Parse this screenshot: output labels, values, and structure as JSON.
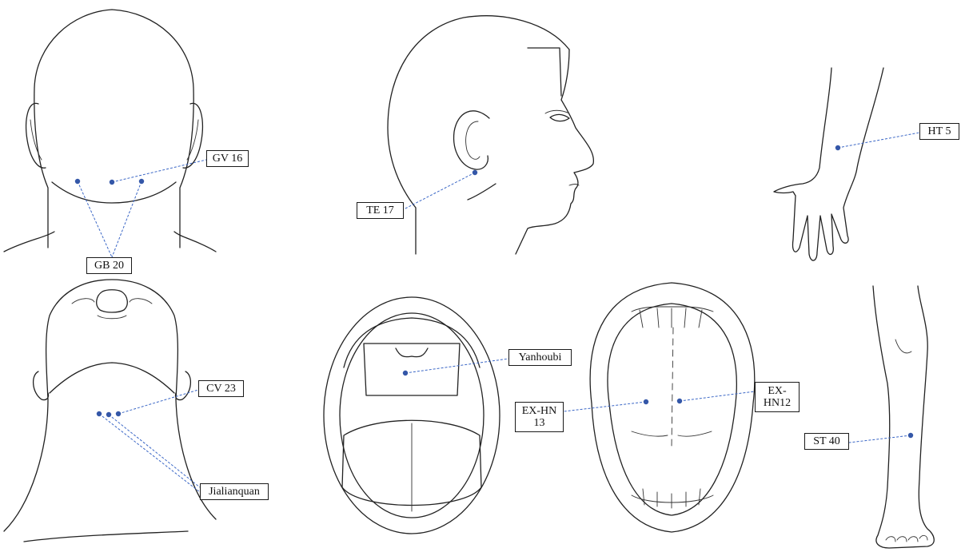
{
  "labels": {
    "gv16": "GV 16",
    "gb20": "GB 20",
    "te17": "TE 17",
    "ht5": "HT 5",
    "cv23": "CV 23",
    "jialianquan": "Jialianquan",
    "yanhoubi": "Yanhoubi",
    "exhn13_line1": "EX-HN",
    "exhn13_line2": "13",
    "exhn12_line1": "EX-",
    "exhn12_line2": "HN12",
    "st40": "ST 40"
  },
  "colors": {
    "point": "#3457a8",
    "leader_line": "#3b67c6",
    "outline": "#222222"
  }
}
